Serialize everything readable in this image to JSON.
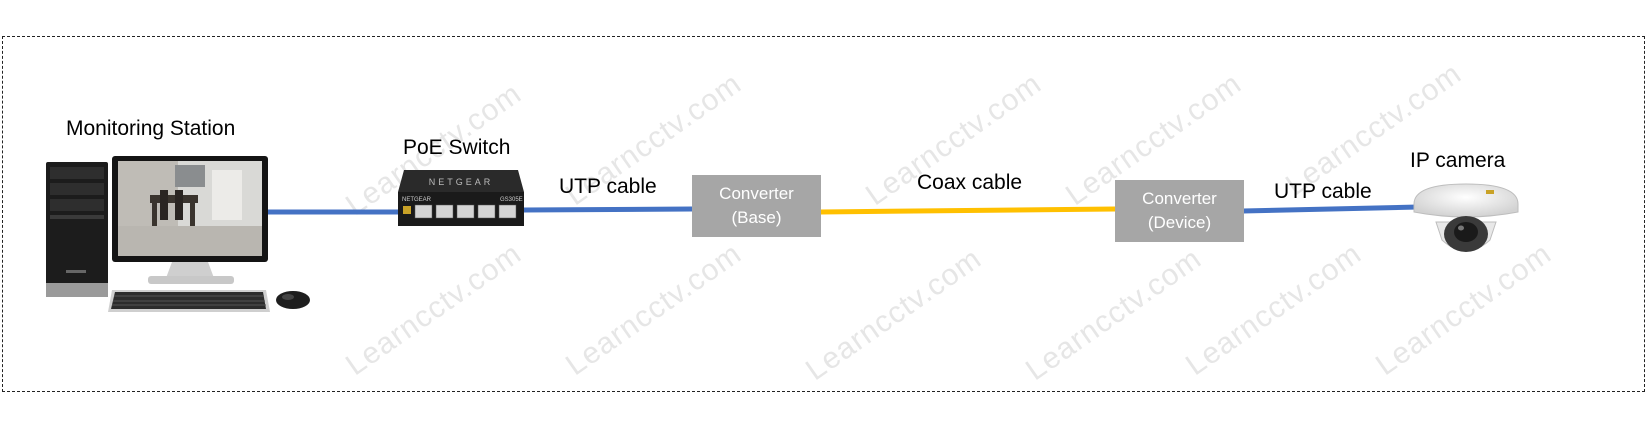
{
  "labels": {
    "monitoring_station": "Monitoring Station",
    "poe_switch": "PoE Switch",
    "utp_cable_left": "UTP cable",
    "coax_cable": "Coax cable",
    "utp_cable_right": "UTP cable",
    "ip_camera": "IP camera"
  },
  "converters": {
    "base": {
      "line1": "Converter",
      "line2": "(Base)"
    },
    "device": {
      "line1": "Converter",
      "line2": "(Device)"
    }
  },
  "switch_brand": "NETGEAR",
  "switch_model": "GS305E",
  "watermark": "Learncctv.com",
  "colors": {
    "utp": "#4472c4",
    "coax": "#ffc000",
    "converter": "#a6a6a6"
  }
}
